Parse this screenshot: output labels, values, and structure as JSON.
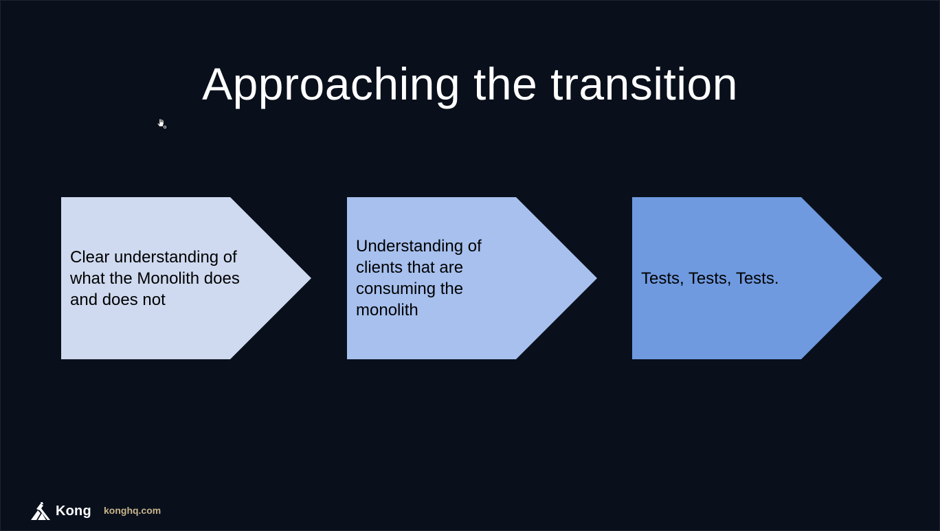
{
  "slide": {
    "title": "Approaching the transition",
    "steps": [
      {
        "text": "Clear understanding of\nwhat the Monolith does\nand does not",
        "color": "#cfdaf0"
      },
      {
        "text": "Understanding of\nclients that are\nconsuming the\nmonolith",
        "color": "#a7c0ee"
      },
      {
        "text": "Tests, Tests, Tests.",
        "color": "#6f9ae0"
      }
    ]
  },
  "footer": {
    "logo_text": "Kong",
    "url": "konghq.com"
  },
  "colors": {
    "background": "#09101c",
    "title": "#ffffff",
    "url": "#c9b48a"
  },
  "icons": {
    "cursor": "hand-cursor-icon",
    "logo": "kong-logo-icon"
  }
}
